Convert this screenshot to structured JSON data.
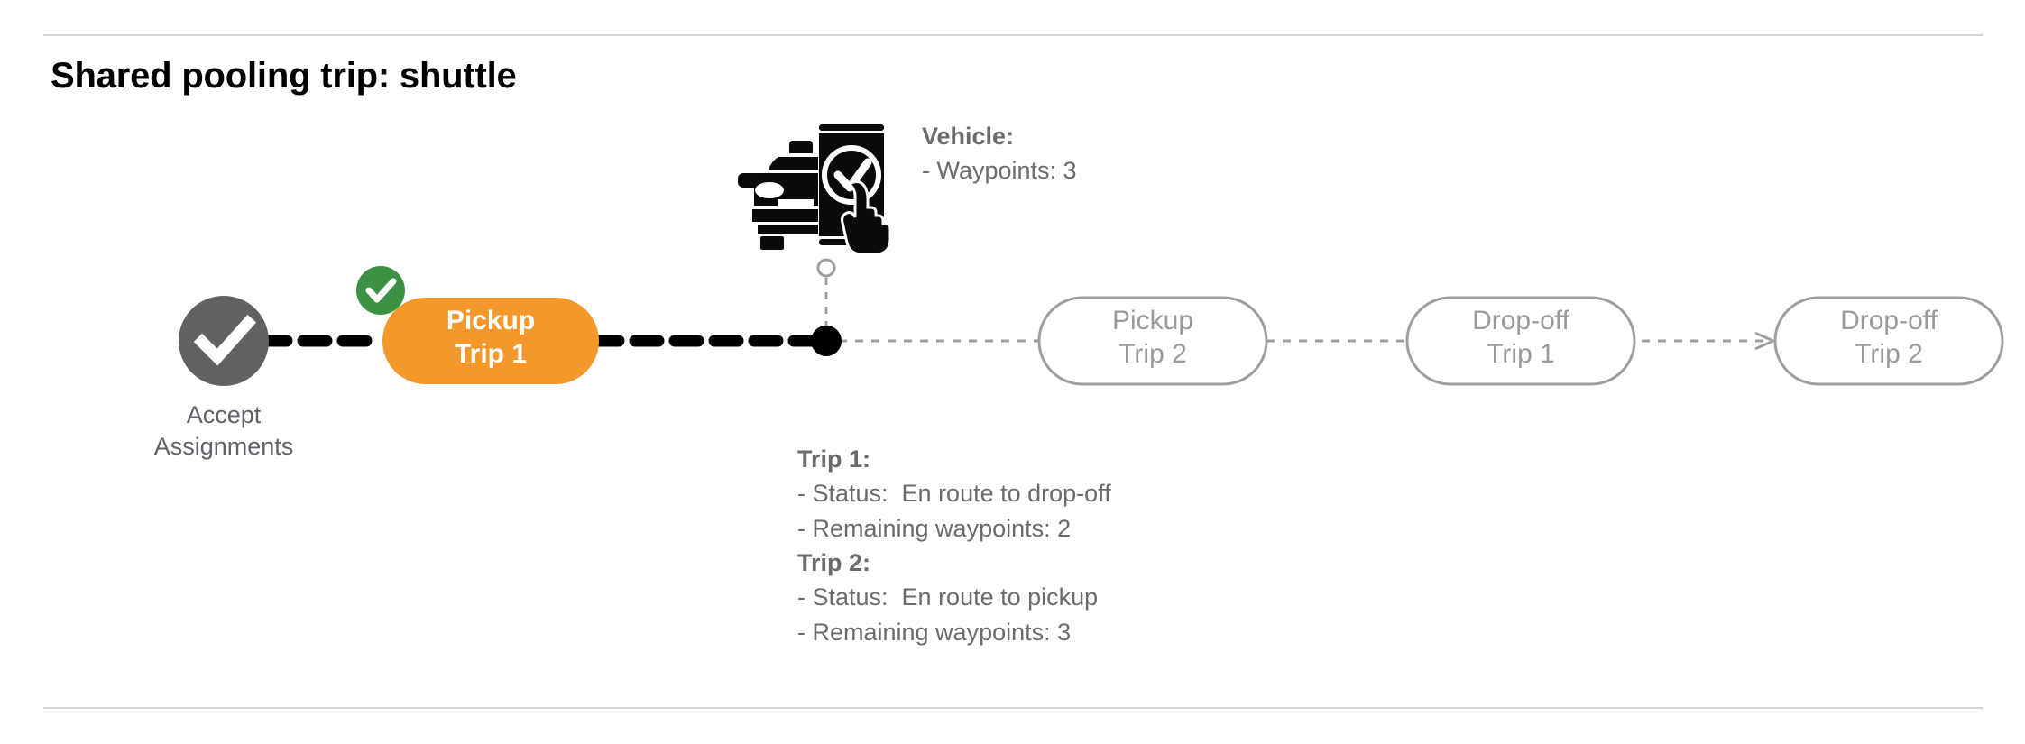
{
  "page": {
    "title": "Shared pooling trip: shuttle"
  },
  "colors": {
    "active_node": "#F4982B",
    "active_text": "#FFFFFF",
    "pending_node_border": "#9E9E9E",
    "pending_text": "#9A9A9A",
    "start_node": "#616161",
    "badge_green": "#3C9244",
    "completed_path": "#000000",
    "pending_path": "#9E9E9E",
    "annotation_text": "#6B6B6B",
    "divider": "#D4D4D4",
    "background": "#FFFFFF"
  },
  "flow": {
    "start_node": {
      "icon": "check-circle-icon",
      "caption": "Accept\nAssignments",
      "state": "completed"
    },
    "nodes": [
      {
        "line1": "Pickup",
        "line2": "Trip 1",
        "state": "active",
        "badge": "check-badge-icon"
      },
      {
        "line1": "Pickup",
        "line2": "Trip 2",
        "state": "pending",
        "badge": null
      },
      {
        "line1": "Drop-off",
        "line2": "Trip 1",
        "state": "pending",
        "badge": null
      },
      {
        "line1": "Drop-off",
        "line2": "Trip 2",
        "state": "pending",
        "badge": null
      }
    ],
    "vehicle_marker": {
      "icon": "vehicle-app-checkmark-icon",
      "position_dot": "current-position-dot"
    }
  },
  "annotations": {
    "vehicle": {
      "header": "Vehicle:",
      "lines": [
        "- Waypoints: 3"
      ]
    },
    "trips": [
      {
        "header": "Trip 1:",
        "lines": [
          "- Status:  En route to drop-off",
          "- Remaining waypoints: 2"
        ]
      },
      {
        "header": "Trip 2:",
        "lines": [
          "- Status:  En route to pickup",
          "- Remaining waypoints: 3"
        ]
      }
    ]
  }
}
